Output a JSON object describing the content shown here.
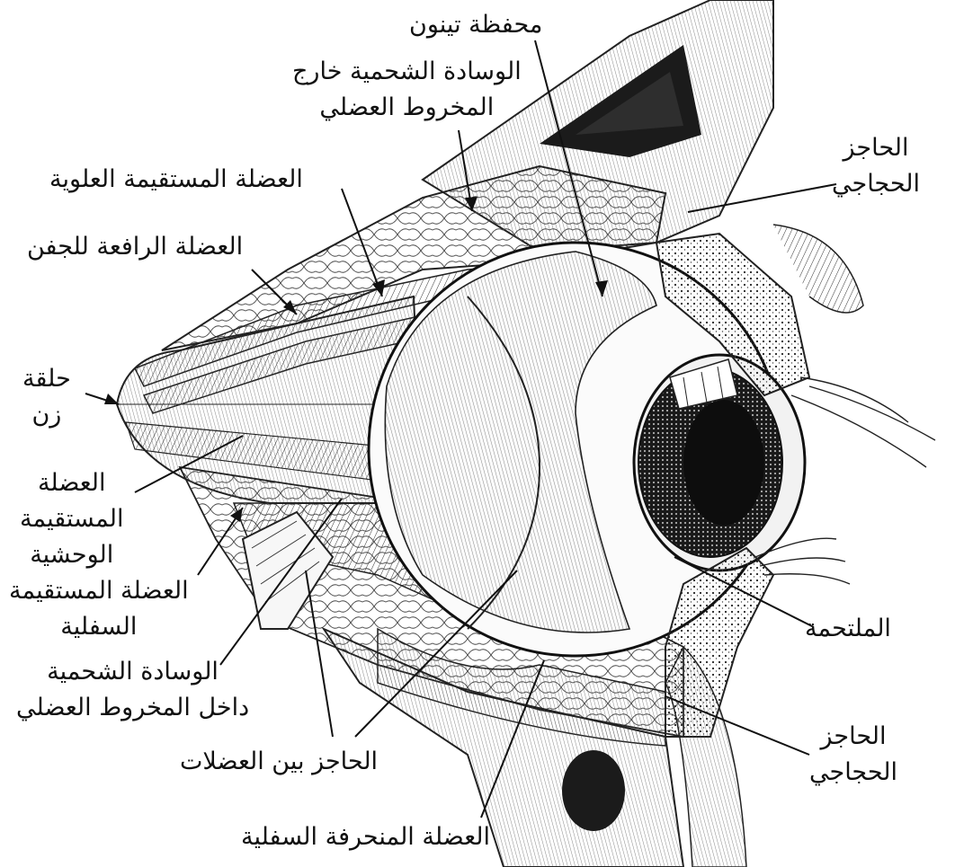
{
  "colors": {
    "ink": "#111111",
    "paper": "#ffffff",
    "shade": "#2a2a2a"
  },
  "labels": {
    "tenon_capsule": "محفظة تينون",
    "extraconal_fat": [
      "الوسادة الشحمية خارج",
      "المخروط العضلي"
    ],
    "superior_rectus": "العضلة المستقيمة العلوية",
    "orbital_septum_top": [
      "الحاجز",
      "الحجاجي"
    ],
    "levator": "العضلة الرافعة للجفن",
    "annulus_zinn": [
      "حلقة",
      "زن"
    ],
    "lateral_rectus": [
      "العضلة",
      "المستقيمة",
      "الوحشية"
    ],
    "inferior_rectus": [
      "العضلة المستقيمة",
      "السفلية"
    ],
    "intraconal_fat": [
      "الوسادة الشحمية",
      "داخل المخروط العضلي"
    ],
    "conjunctiva": "الملتحمة",
    "intermuscular_septum": "الحاجز بين العضلات",
    "orbital_septum_bottom": [
      "الحاجز",
      "الحجاجي"
    ],
    "inferior_oblique": "العضلة المنحرفة السفلية"
  }
}
